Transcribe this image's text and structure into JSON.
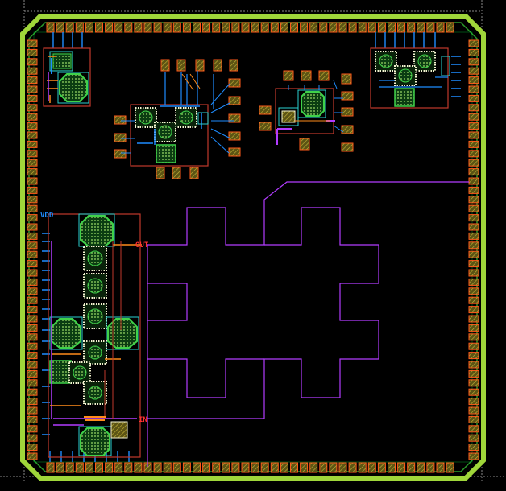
{
  "colors": {
    "background": "#000000",
    "ring": "#9fd63a",
    "pad_fill": "#7a6a1a",
    "pad_border": "#ff5a1a",
    "metal_blue": "#1e8cff",
    "route_purple": "#b23cff",
    "outline_red": "#c0392b",
    "via_white": "#f3f3d0",
    "device_green": "#3fd24a",
    "wire_cyan": "#2ad1d1",
    "wire_orange": "#ff8c1a"
  },
  "labels": {
    "vdd": "VDD",
    "out": "OUT",
    "in": "IN"
  },
  "icons": {
    "pad": "bond-pad-icon",
    "transistor": "transistor-icon",
    "via": "via-array-icon"
  }
}
